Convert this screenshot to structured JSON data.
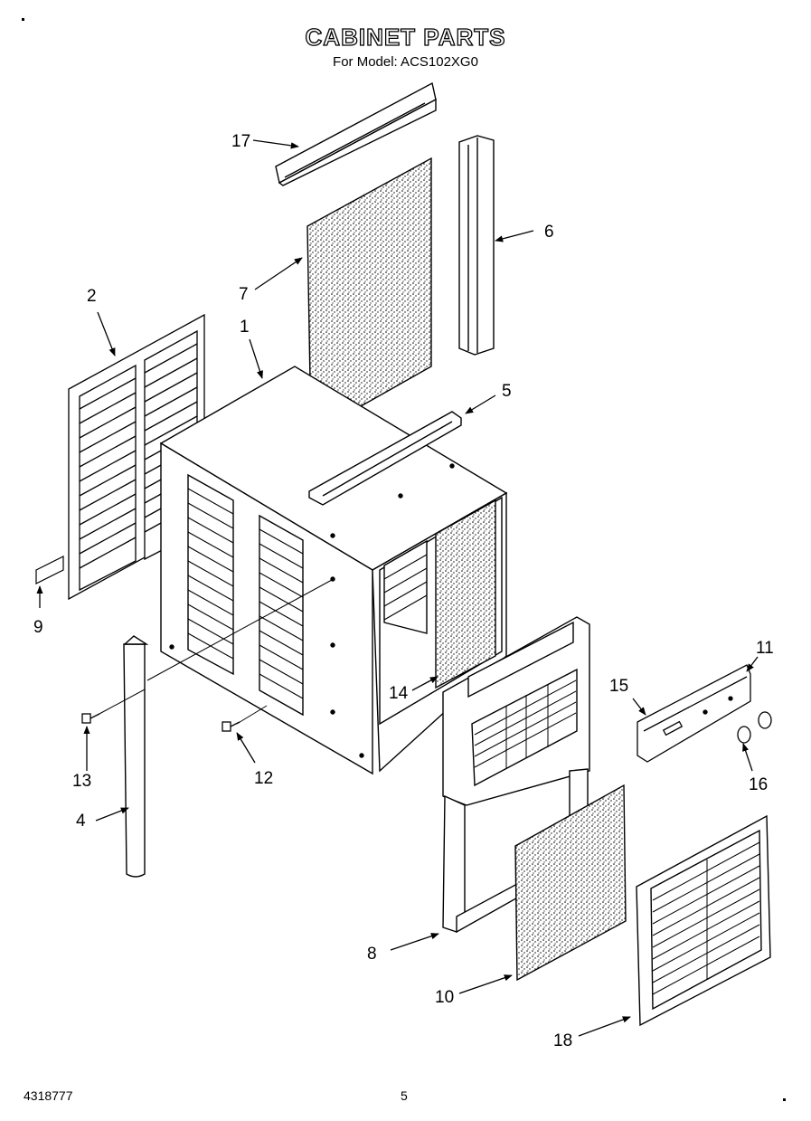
{
  "header": {
    "title": "CABINET PARTS",
    "subtitle": "For Model: ACS102XG0"
  },
  "callouts": [
    {
      "id": "1",
      "label": "1"
    },
    {
      "id": "2",
      "label": "2"
    },
    {
      "id": "4",
      "label": "4"
    },
    {
      "id": "5",
      "label": "5"
    },
    {
      "id": "6",
      "label": "6"
    },
    {
      "id": "7",
      "label": "7"
    },
    {
      "id": "8",
      "label": "8"
    },
    {
      "id": "9",
      "label": "9"
    },
    {
      "id": "10",
      "label": "10"
    },
    {
      "id": "11",
      "label": "11"
    },
    {
      "id": "12",
      "label": "12"
    },
    {
      "id": "13",
      "label": "13"
    },
    {
      "id": "14",
      "label": "14"
    },
    {
      "id": "15",
      "label": "15"
    },
    {
      "id": "16",
      "label": "16"
    },
    {
      "id": "17",
      "label": "17"
    },
    {
      "id": "18",
      "label": "18"
    }
  ],
  "footer": {
    "doc_number": "4318777",
    "page_number": "5"
  }
}
